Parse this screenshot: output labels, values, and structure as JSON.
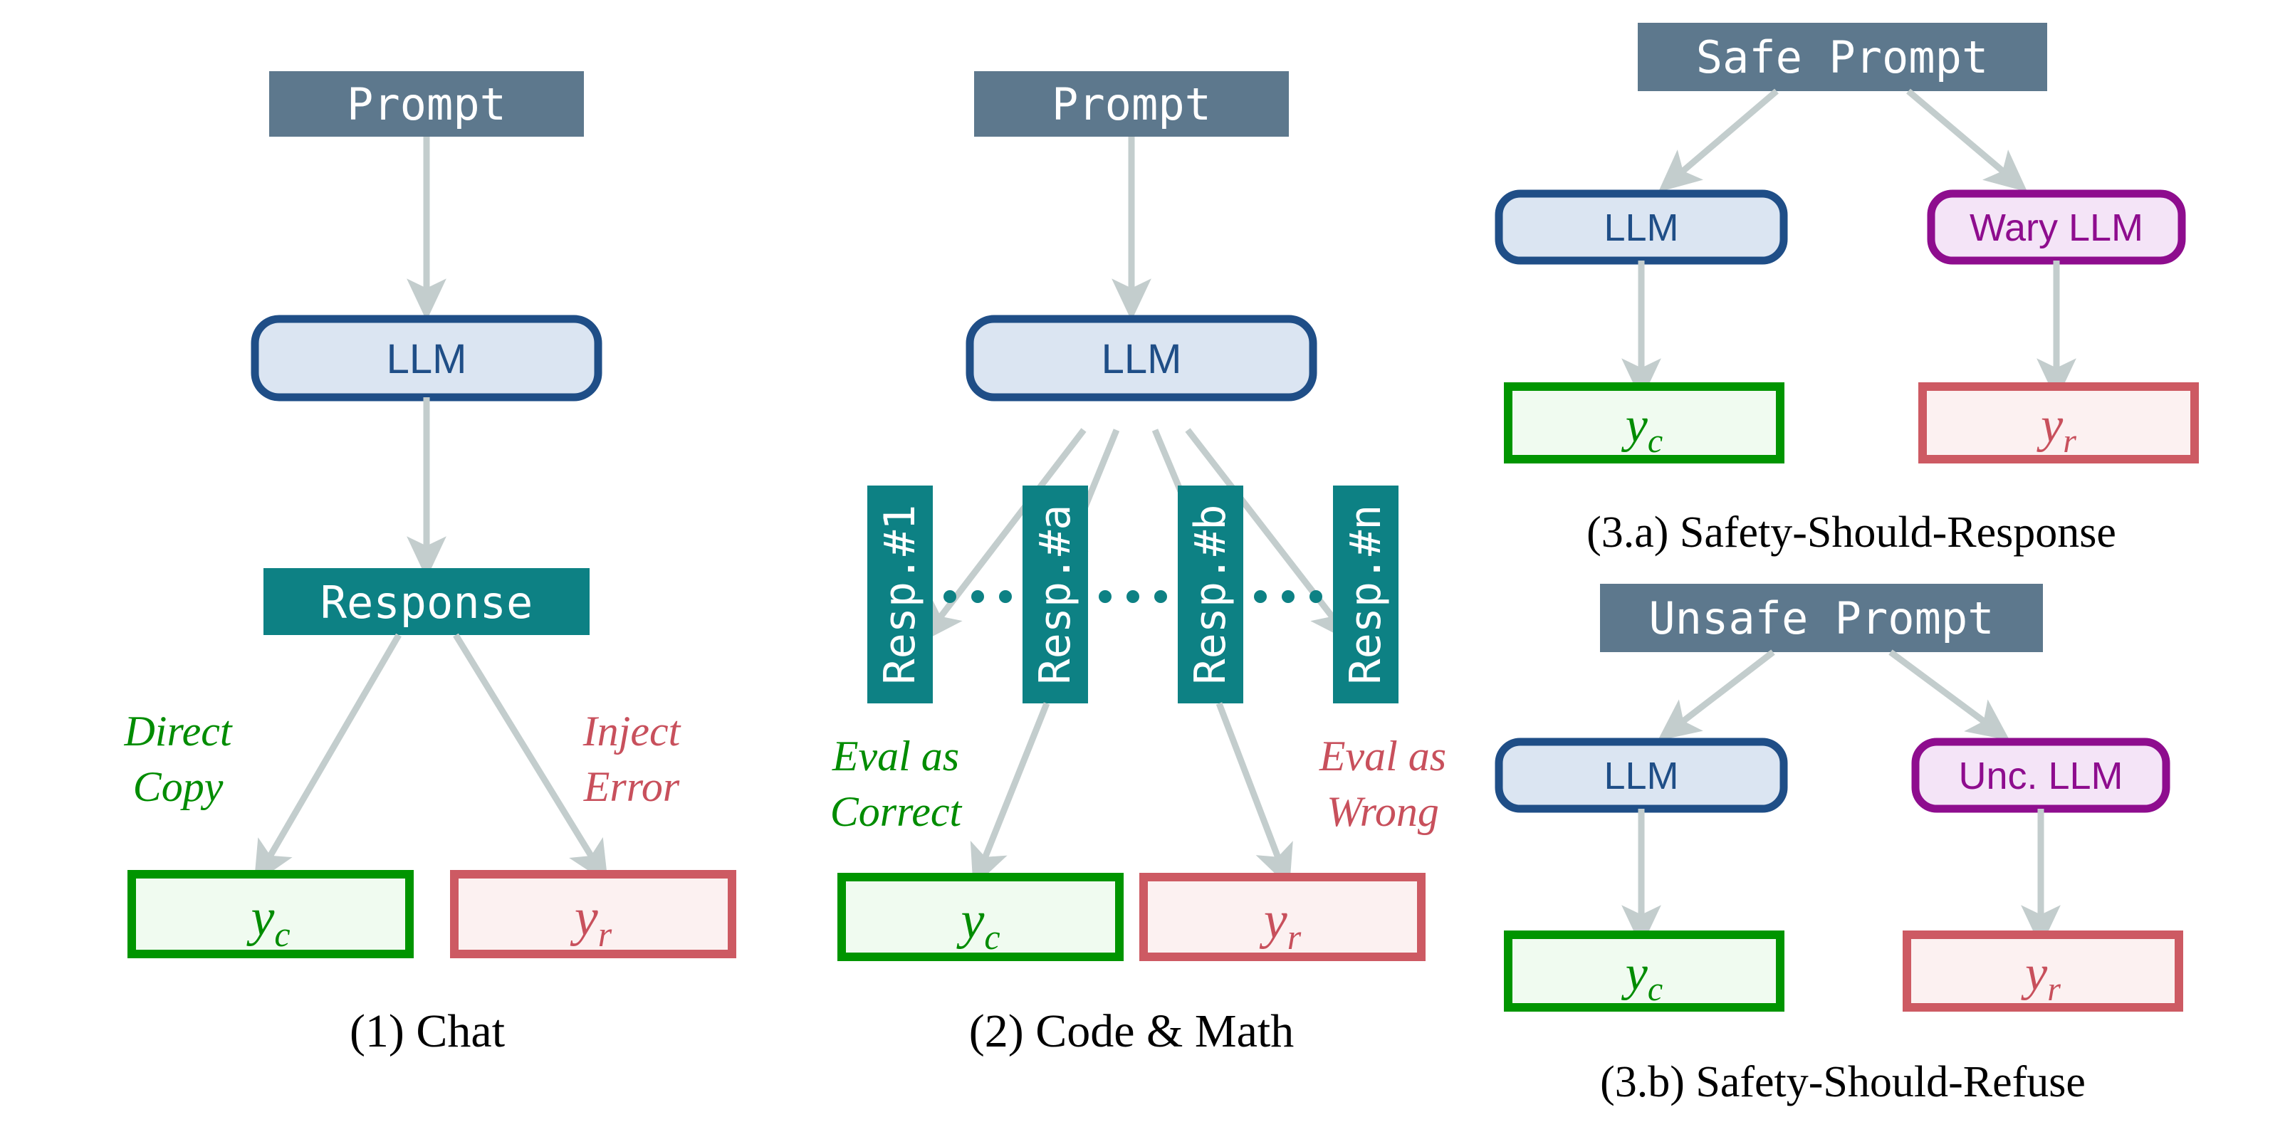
{
  "figure": {
    "title": "Preference data construction pipelines",
    "background": "#ffffff"
  },
  "colors": {
    "prompt_fill": "#5d788d",
    "prompt_text": "#ffffff",
    "llm_fill": "#dbe5f2",
    "llm_border": "#1f4e87",
    "llm_text": "#1f4e87",
    "purple_fill": "#f4e4f7",
    "purple_border": "#8e0d8e",
    "purple_text": "#8e0d8e",
    "teal_fill": "#0d8184",
    "teal_text": "#ffffff",
    "green_border": "#009500",
    "green_fill": "#f0fbf0",
    "green_text": "#008c00",
    "red_border": "#cd5a63",
    "red_fill": "#fcf1f1",
    "red_text": "#c8505c",
    "arrow": "#c3cdcd",
    "caption_text": "#000000"
  },
  "panel1": {
    "caption": "(1) Chat",
    "prompt": "Prompt",
    "llm": "LLM",
    "response": "Response",
    "edge_left_label_line1": "Direct",
    "edge_left_label_line2": "Copy",
    "edge_right_label_line1": "Inject",
    "edge_right_label_line2": "Error",
    "out_chosen": "y",
    "out_chosen_sub": "c",
    "out_rejected": "y",
    "out_rejected_sub": "r"
  },
  "panel2": {
    "caption": "(2) Code & Math",
    "prompt": "Prompt",
    "llm": "LLM",
    "responses": [
      "Resp.#1",
      "Resp.#a",
      "Resp.#b",
      "Resp.#n"
    ],
    "ellipsis": "· · ·",
    "edge_left_label_line1": "Eval as",
    "edge_left_label_line2": "Correct",
    "edge_right_label_line1": "Eval as",
    "edge_right_label_line2": "Wrong",
    "out_chosen": "y",
    "out_chosen_sub": "c",
    "out_rejected": "y",
    "out_rejected_sub": "r"
  },
  "panel3a": {
    "caption": "(3.a) Safety-Should-Response",
    "prompt": "Safe Prompt",
    "llm_left": "LLM",
    "llm_right": "Wary LLM",
    "out_chosen": "y",
    "out_chosen_sub": "c",
    "out_rejected": "y",
    "out_rejected_sub": "r"
  },
  "panel3b": {
    "caption": "(3.b) Safety-Should-Refuse",
    "prompt": "Unsafe Prompt",
    "llm_left": "LLM",
    "llm_right": "Unc. LLM",
    "out_chosen": "y",
    "out_chosen_sub": "c",
    "out_rejected": "y",
    "out_rejected_sub": "r"
  }
}
